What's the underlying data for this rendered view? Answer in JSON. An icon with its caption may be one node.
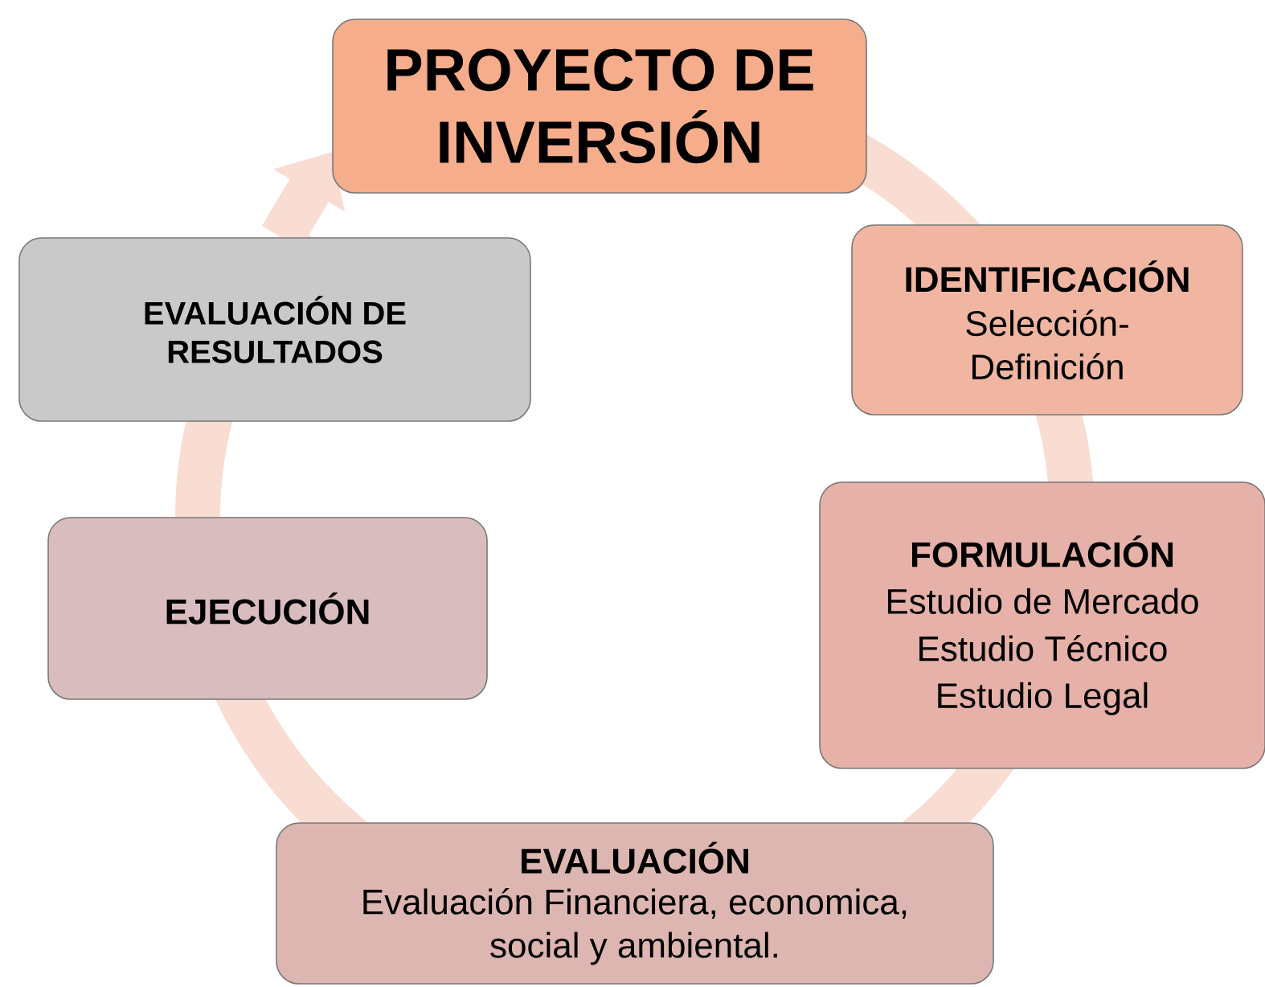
{
  "diagram": {
    "nodes": [
      {
        "text": [
          "PROYECTO DE INVERSIÓN"
        ]
      },
      {
        "text": [
          "IDENTIFICACIÓN",
          "Selección-Definición"
        ]
      },
      {
        "text": [
          "EVALUACIÓN DE RESULTADOS"
        ]
      },
      {
        "text": [
          "FORMULACIÓN",
          "Estudio de Mercado",
          "Estudio Técnico",
          "Estudio Legal"
        ]
      },
      {
        "text": [
          "EJECUCIÓN"
        ]
      },
      {
        "text": [
          "EVALUACIÓN",
          "Evaluación Financiera, economica, social y ambiental."
        ]
      }
    ],
    "edges": [
      {
        "from": 2,
        "to": 0,
        "arrow": "to"
      }
    ]
  }
}
